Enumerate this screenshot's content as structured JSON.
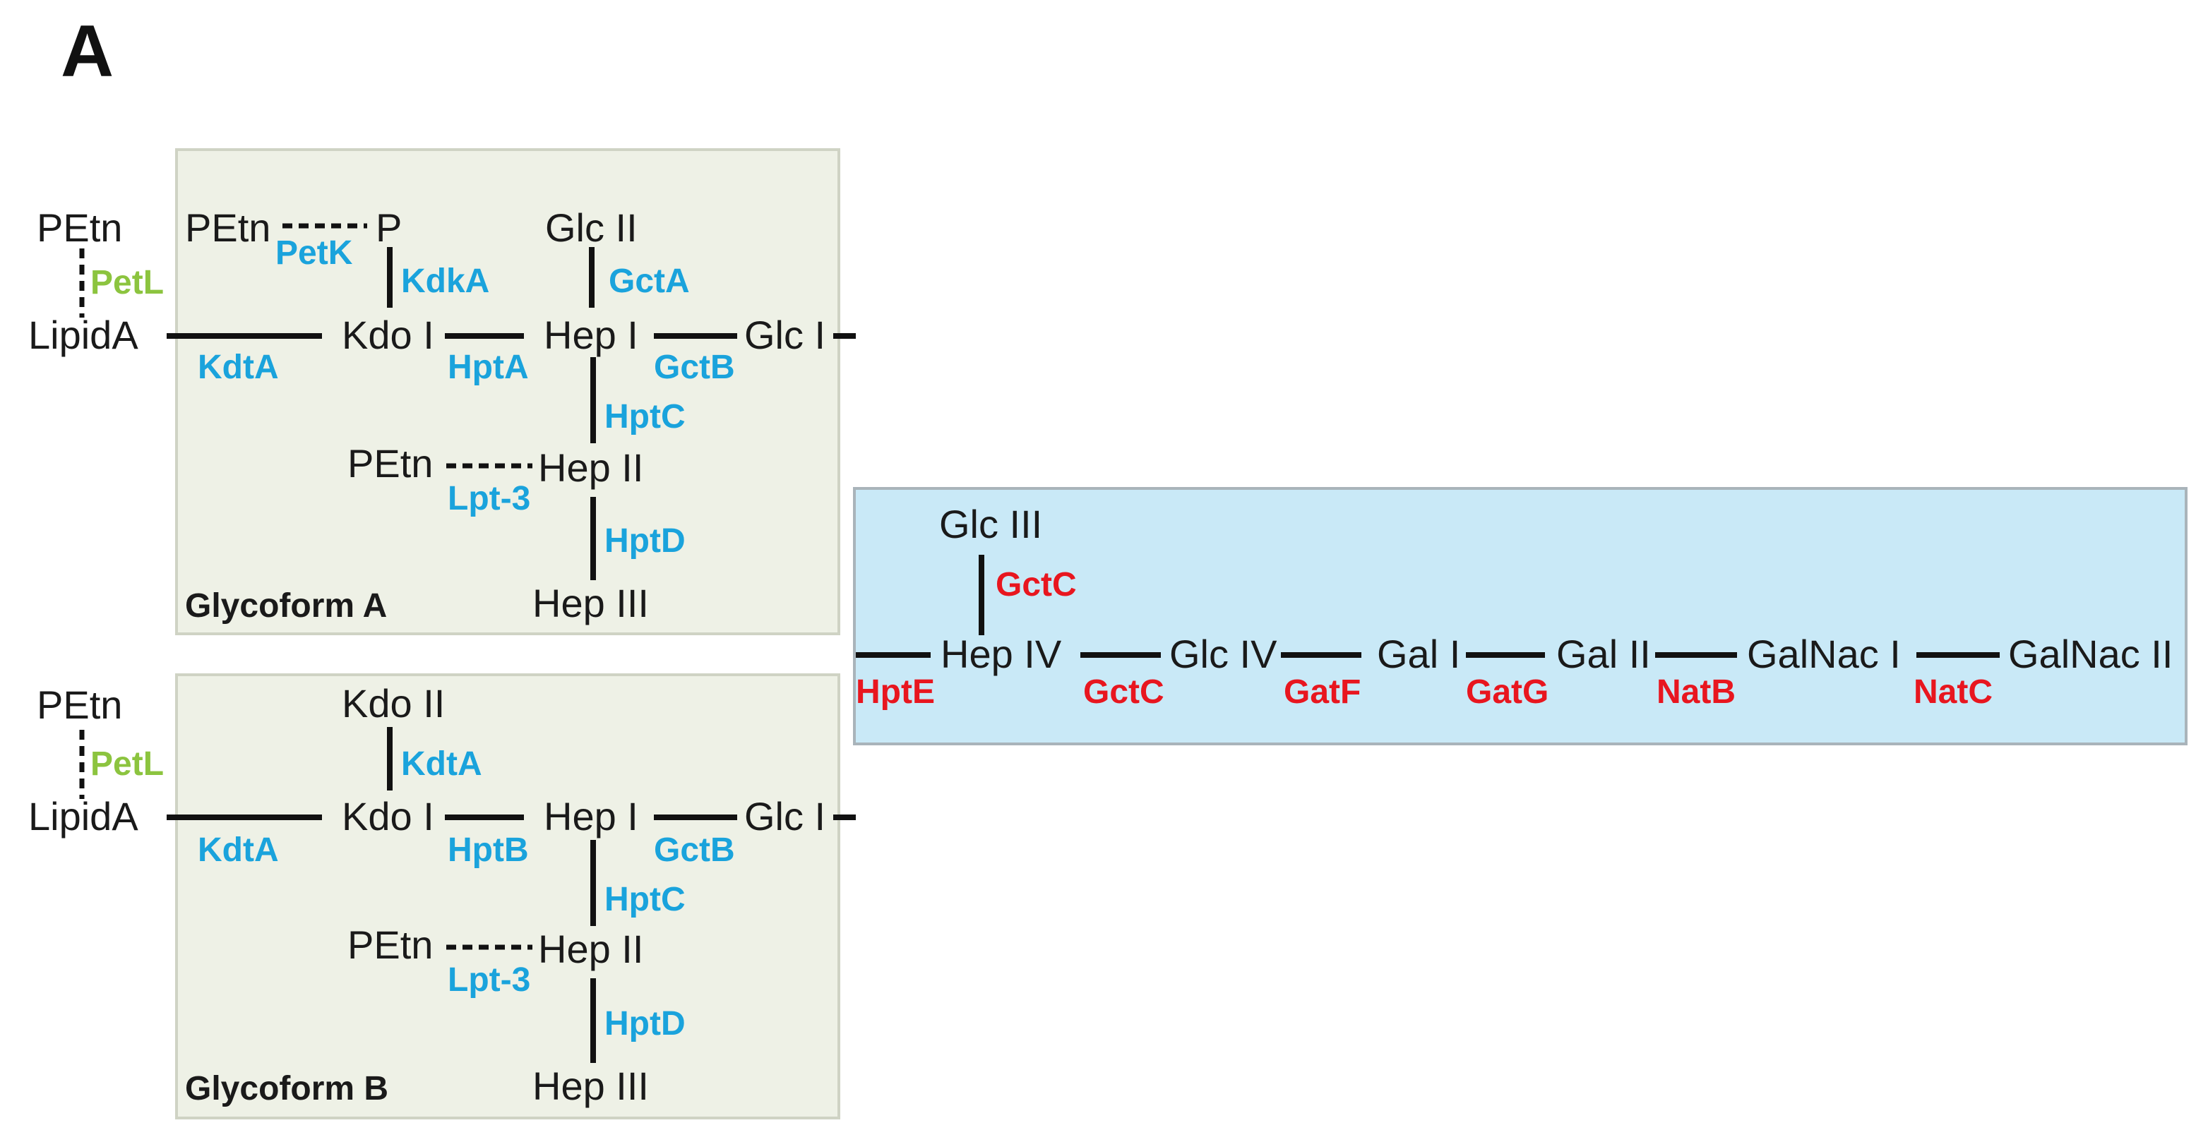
{
  "figure_letter": "A",
  "colors": {
    "host_enzyme": "#1aa3dc",
    "pet_enzyme": "#8cc43f",
    "extension_enzyme": "#e8161f",
    "panel_core": "#eef1e6",
    "panel_ext": "#c9e9f7"
  },
  "glycoform_a": {
    "label": "Glycoform A",
    "sugars": {
      "petn_lipid": "PEtn",
      "lipid_a": "LipidA",
      "petn_kdo": "PEtn",
      "p": "P",
      "kdo1": "Kdo I",
      "hep1": "Hep I",
      "glc2": "Glc II",
      "glc1": "Glc I",
      "petn_hep2": "PEtn",
      "hep2": "Hep II",
      "hep3": "Hep III"
    },
    "enzymes": {
      "petl": "PetL",
      "petk": "PetK",
      "kdka": "KdkA",
      "kdta": "KdtA",
      "hpta": "HptA",
      "gcta": "GctA",
      "gctb": "GctB",
      "hptc": "HptC",
      "lpt3": "Lpt-3",
      "hptd": "HptD"
    }
  },
  "glycoform_b": {
    "label": "Glycoform B",
    "sugars": {
      "petn_lipid": "PEtn",
      "lipid_a": "LipidA",
      "kdo2": "Kdo II",
      "kdo1": "Kdo I",
      "hep1": "Hep I",
      "glc1": "Glc I",
      "petn_hep2": "PEtn",
      "hep2": "Hep II",
      "hep3": "Hep III"
    },
    "enzymes": {
      "petl": "PetL",
      "kdta_top": "KdtA",
      "kdta": "KdtA",
      "hptb": "HptB",
      "gctb": "GctB",
      "hptc": "HptC",
      "lpt3": "Lpt-3",
      "hptd": "HptD"
    }
  },
  "extension": {
    "sugars": {
      "glc3": "Glc III",
      "hep4": "Hep IV",
      "glc4": "Glc IV",
      "gal1": "Gal I",
      "gal2": "Gal II",
      "galnac1": "GalNac I",
      "galnac2": "GalNac II"
    },
    "enzymes": {
      "gctc_top": "GctC",
      "hpte": "HptE",
      "gctc": "GctC",
      "gatf": "GatF",
      "gatg": "GatG",
      "natb": "NatB",
      "natc": "NatC"
    }
  }
}
